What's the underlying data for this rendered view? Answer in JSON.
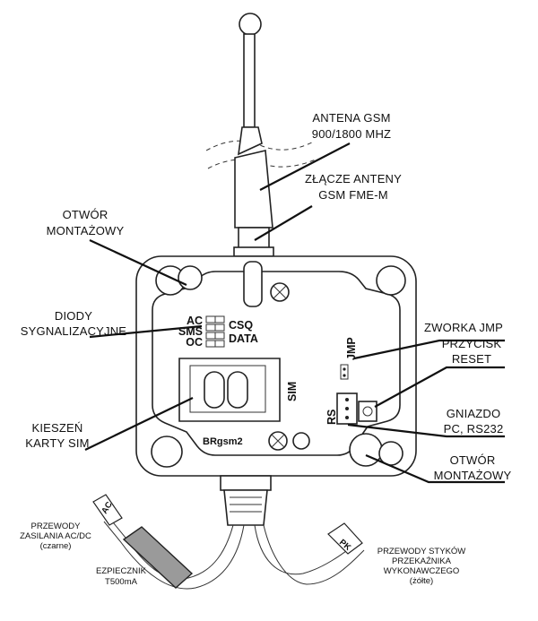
{
  "labels": {
    "antenna_gsm": [
      "ANTENA GSM",
      "900/1800 MHZ"
    ],
    "antenna_connector": [
      "ZŁĄCZE ANTENY",
      "GSM FME-M"
    ],
    "mount_hole_top": [
      "OTWÓR",
      "MONTAŻOWY"
    ],
    "leds": [
      "DIODY",
      "SYGNALIZACYJNE"
    ],
    "jumper": [
      "ZWORKA JMP"
    ],
    "reset_button": [
      "PRZYCISK",
      "RESET"
    ],
    "serial_port": [
      "GNIAZDO",
      "PC, RS232"
    ],
    "sim_pocket": [
      "KIESZEŃ",
      "KARTY SIM"
    ],
    "mount_hole_bottom": [
      "OTWÓR",
      "MONTAŻOWY"
    ],
    "power_wires": [
      "PRZEWODY",
      "ZASILANIA AC/DC",
      "(czarne)"
    ],
    "fuse": [
      "EZPIECZNIK",
      "T500mA"
    ],
    "relay_wires": [
      "PRZEWODY STYKÓW",
      "PRZEKAŹNIKA",
      "WYKONAWCZEGO",
      "(żółte)"
    ]
  },
  "board": {
    "led_left": [
      "AC",
      "SMS",
      "OC"
    ],
    "led_right": [
      "CSQ",
      "DATA"
    ],
    "jmp": "JMP",
    "sim": "SIM",
    "rs": "RS",
    "model": "BRgsm2"
  },
  "tags": {
    "ac": "AC",
    "pk": "PK"
  }
}
